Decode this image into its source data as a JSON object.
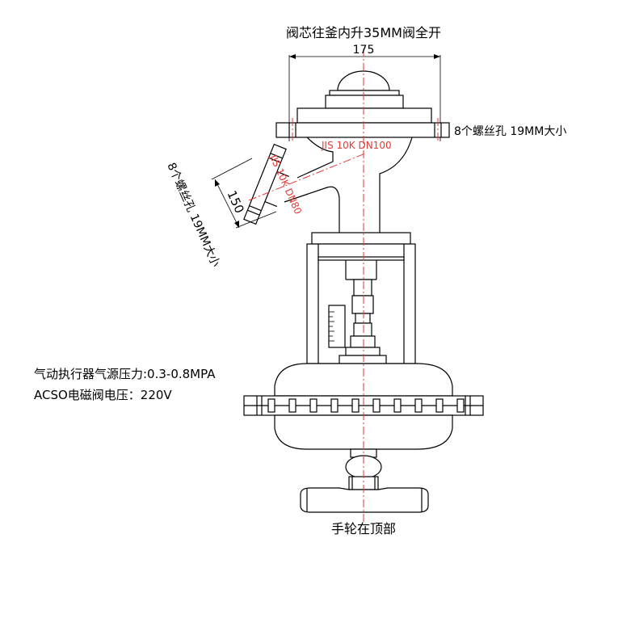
{
  "notes": {
    "top_title": "阀芯往釜内升35MM阀全开",
    "dim_top": "175",
    "holes_top": "8个螺丝孔 19MM大小",
    "flange_top_spec": "JIS  10K  DN100",
    "flange_side_spec": "JIS 10K DN80",
    "dim_side": "150",
    "holes_side": "8个螺丝孔 19MM大小",
    "actuator_pressure": "气动执行器气源压力:0.3-0.8MPA",
    "solenoid_voltage": "ACSO电磁阀电压：220V",
    "handwheel": "手轮在顶部"
  },
  "colors": {
    "line": "#000000",
    "centerline": "#e53935"
  }
}
